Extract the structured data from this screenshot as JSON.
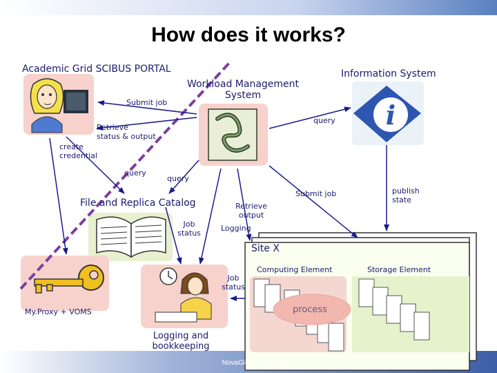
{
  "title": "How does it works?",
  "footer": "NovaGlobal Pte Ltd",
  "components": {
    "portal": "Academic Grid SCIBUS PORTAL",
    "wms": [
      "Workload Management",
      "System"
    ],
    "info_system": "Information System",
    "file_catalog": "File and Replica Catalog",
    "site": "Site X",
    "computing_element": "Computing Element",
    "storage_element": "Storage Element",
    "process": "process",
    "proxy": "My.Proxy + VOMS",
    "logging": [
      "Logging and",
      "bookkeeping"
    ]
  },
  "arrows": {
    "submit_job_1": "Submit job",
    "retrieve_status": [
      "Retrieve",
      "status & output"
    ],
    "create_credential": [
      "create",
      "credential"
    ],
    "query_1": "query",
    "query_2": "query",
    "query_3": "query",
    "submit_job_2": "Submit job",
    "publish_state": [
      "publish",
      "state"
    ],
    "retrieve_output": [
      "Retrieve",
      "output"
    ],
    "logging": "Logging",
    "job_status_1": [
      "Job",
      "status"
    ],
    "job_status_2": [
      "Job",
      "status"
    ]
  },
  "colors": {
    "arrow": "#1a1a8c",
    "dashed_line": "#7b3fa0",
    "image_bg": "#f7d2cc",
    "site_bg": "#fafff0",
    "storage_bg": "#e5f2cc",
    "header_gradient": "#5a7fc0"
  }
}
